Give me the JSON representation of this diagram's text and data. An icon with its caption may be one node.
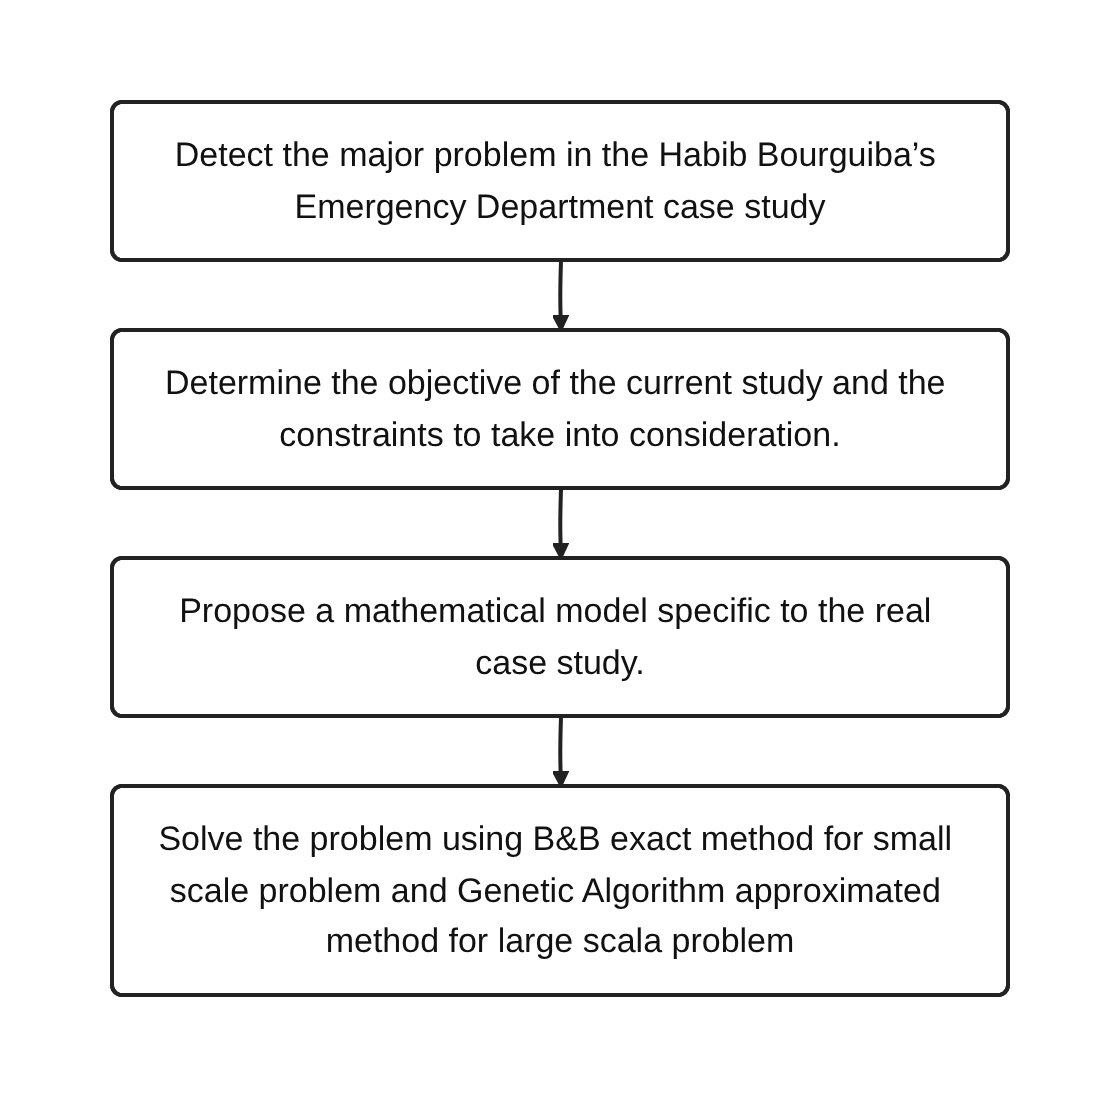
{
  "diagram": {
    "nodes": [
      {
        "text": [
          "Detect the major problem in the Habib Bourguiba’s Emergency Department case study"
        ]
      },
      {
        "text": [
          "Determine the objective of the current study and the constraints to take into consideration."
        ]
      },
      {
        "text": [
          "Propose a mathematical model specific to the real case study."
        ]
      },
      {
        "text": [
          "Solve the problem using B&B exact method for small scale problem and Genetic Algorithm approximated method for large scala problem"
        ]
      }
    ],
    "edges": [
      {
        "from": 0,
        "to": 1,
        "arrow": "to"
      },
      {
        "from": 1,
        "to": 2,
        "arrow": "to"
      },
      {
        "from": 2,
        "to": 3,
        "arrow": "to"
      }
    ]
  }
}
